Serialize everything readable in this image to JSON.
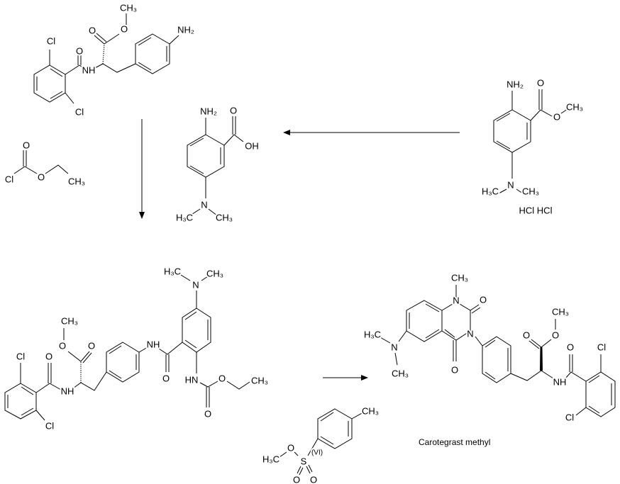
{
  "starting_material": {
    "labels": [
      "CH₃",
      "O",
      "O",
      "NH₂",
      "Cl",
      "O",
      "NH",
      "Cl"
    ]
  },
  "ethyl_chloroformate": {
    "labels": [
      "Cl",
      "O",
      "O",
      "CH₃"
    ]
  },
  "amino_acid": {
    "labels": [
      "NH₂",
      "O",
      "OH",
      "N",
      "H₃C",
      "CH₃"
    ]
  },
  "methyl_ester": {
    "labels": [
      "NH₂",
      "O",
      "O",
      "CH₃",
      "N",
      "H₃C",
      "CH₃"
    ],
    "salt": "HCl  HCl"
  },
  "intermediate": {
    "labels": [
      "Cl",
      "O",
      "NH",
      "Cl",
      "O",
      "O",
      "CH₃",
      "NH",
      "O",
      "N",
      "H₃C",
      "CH₃",
      "HN",
      "O",
      "O",
      "CH₃"
    ]
  },
  "methyl_tosylate": {
    "labels": [
      "H₃C",
      "O",
      "S",
      "(VI)",
      "O",
      "O",
      "CH₃"
    ]
  },
  "product": {
    "name": "Carotegrast methyl",
    "labels": [
      "CH₃",
      "N",
      "O",
      "N",
      "O",
      "H₃C",
      "N",
      "CH₃",
      "O",
      "O",
      "CH₃",
      "NH",
      "O",
      "Cl",
      "Cl"
    ]
  }
}
